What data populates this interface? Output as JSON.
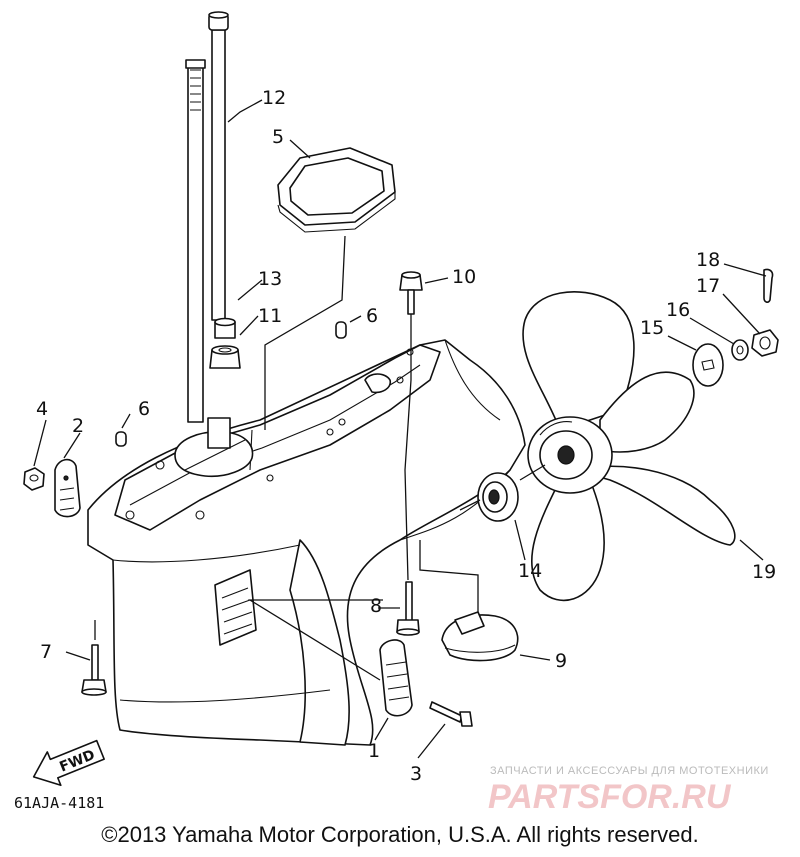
{
  "parts": [
    {
      "id": "p1",
      "label": "1"
    },
    {
      "id": "p2",
      "label": "2"
    },
    {
      "id": "p3",
      "label": "3"
    },
    {
      "id": "p4",
      "label": "4"
    },
    {
      "id": "p5",
      "label": "5"
    },
    {
      "id": "p6a",
      "label": "6"
    },
    {
      "id": "p6b",
      "label": "6"
    },
    {
      "id": "p7",
      "label": "7"
    },
    {
      "id": "p8",
      "label": "8"
    },
    {
      "id": "p9",
      "label": "9"
    },
    {
      "id": "p10",
      "label": "10"
    },
    {
      "id": "p11",
      "label": "11"
    },
    {
      "id": "p12",
      "label": "12"
    },
    {
      "id": "p13",
      "label": "13"
    },
    {
      "id": "p14",
      "label": "14"
    },
    {
      "id": "p15",
      "label": "15"
    },
    {
      "id": "p16",
      "label": "16"
    },
    {
      "id": "p17",
      "label": "17"
    },
    {
      "id": "p18",
      "label": "18"
    },
    {
      "id": "p19",
      "label": "19"
    }
  ],
  "fwd_label": "FWD",
  "diagram_code": "61AJA-4181",
  "watermark": {
    "tagline": "ЗАПЧАСТИ И АКСЕССУАРЫ ДЛЯ МОТОТЕХНИКИ",
    "logo": "PARTSFOR.RU",
    "color": "#f2c6c8"
  },
  "copyright": "©2013 Yamaha Motor Corporation, U.S.A. All rights reserved."
}
